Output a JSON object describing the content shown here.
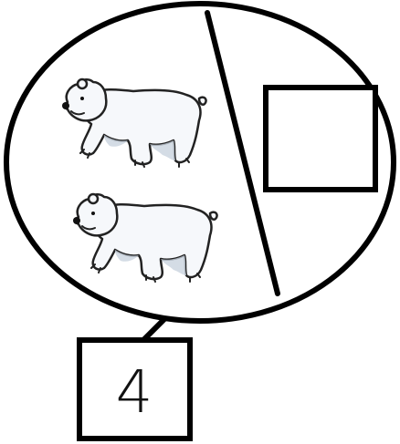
{
  "number_bond": {
    "whole_value": "4",
    "left_part": {
      "bear_count": 2,
      "item": "polar bear"
    },
    "right_part": {
      "value": ""
    }
  }
}
